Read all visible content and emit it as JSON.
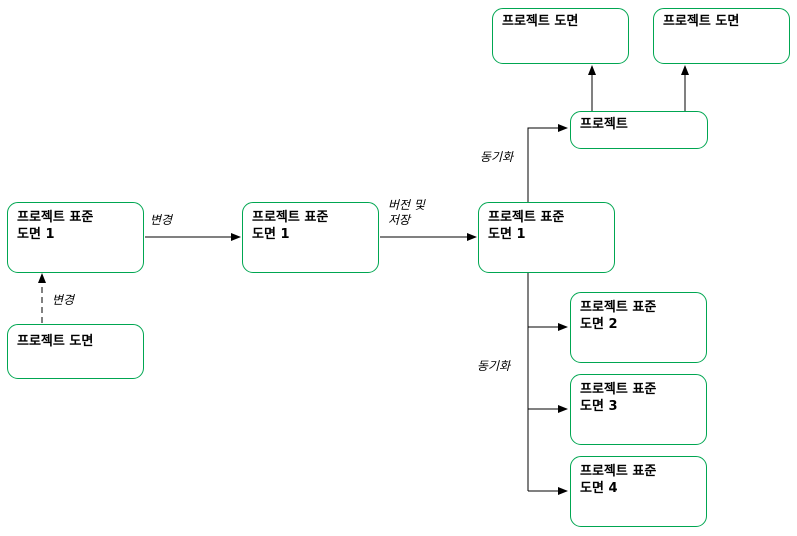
{
  "nodes": {
    "standard_change": {
      "line1": "프로젝트 표준",
      "line2": "도면 1"
    },
    "project_drawing": {
      "line1": "프로젝트 도면"
    },
    "standard_modified": {
      "line1": "프로젝트 표준",
      "line2": "도면 1"
    },
    "standard_saved": {
      "line1": "프로젝트 표준",
      "line2": "도면 1"
    },
    "project": {
      "line1": "프로젝트"
    },
    "project_drawing_a": {
      "line1": "프로젝트 도면"
    },
    "project_drawing_b": {
      "line1": "프로젝트 도면"
    },
    "standard_2": {
      "line1": "프로젝트 표준",
      "line2": "도면 2"
    },
    "standard_3": {
      "line1": "프로젝트 표준",
      "line2": "도면 3"
    },
    "standard_4": {
      "line1": "프로젝트 표준",
      "line2": "도면 4"
    }
  },
  "edge_labels": {
    "change_up": "변경",
    "change_right": "변경",
    "version_save_1": "버전 및",
    "version_save_2": "저장",
    "sync_top": "동기화",
    "sync_bottom": "동기화"
  },
  "colors": {
    "node_border": "#00a651",
    "line": "#000000"
  }
}
